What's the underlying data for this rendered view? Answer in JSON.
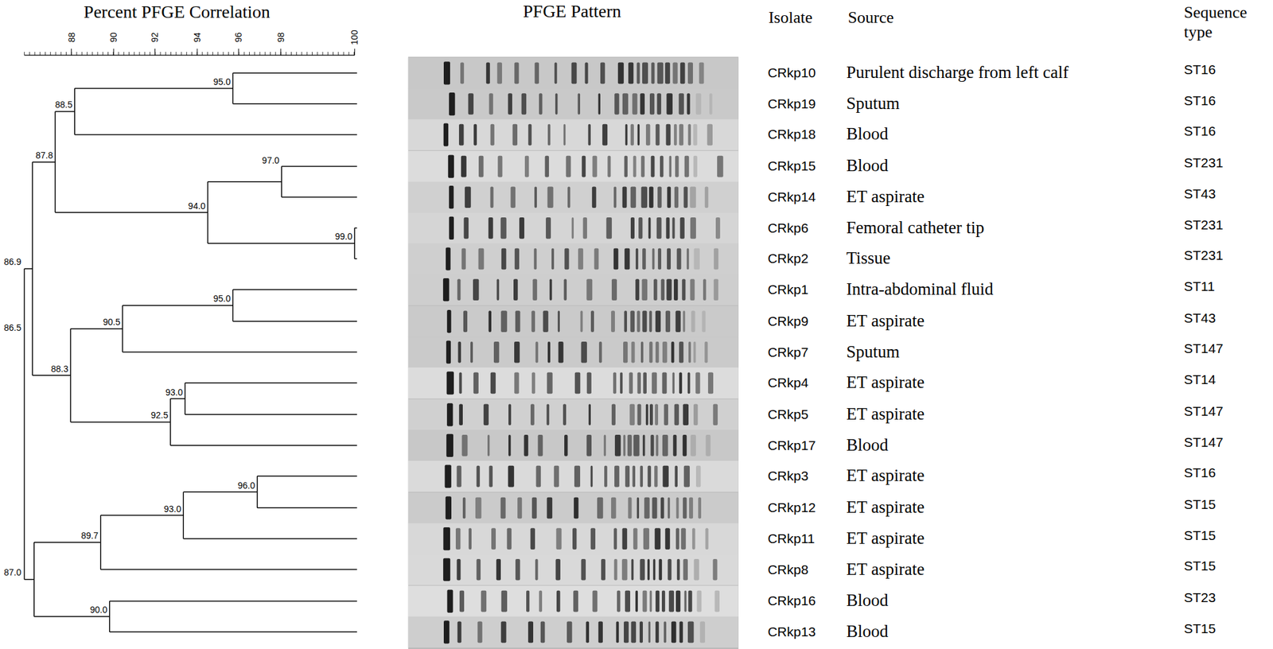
{
  "diagram": {
    "labels": [
      "Percent PFGE Correlation",
      "PFGE Pattern",
      "Isolate",
      "Source",
      "Sequence type",
      "88",
      "90",
      "92",
      "94",
      "96",
      "98",
      "100",
      "95.0",
      "88.5",
      "97.0",
      "99.0",
      "94.0",
      "87.8",
      "95.0",
      "90.5",
      "93.0",
      "92.5",
      "88.3",
      "86.9",
      "96.0",
      "93.0",
      "89.7",
      "90.0",
      "87.0",
      "86.5",
      "CRkp10",
      "Purulent discharge from left calf",
      "ST16",
      "CRkp19",
      "Sputum",
      "ST16",
      "CRkp18",
      "Blood",
      "ST16",
      "CRkp15",
      "Blood",
      "ST231",
      "CRkp14",
      "ET aspirate",
      "ST43",
      "CRkp6",
      "Femoral catheter tip",
      "ST231",
      "CRkp2",
      "Tissue",
      "ST231",
      "CRkp1",
      "Intra-abdominal fluid",
      "ST11",
      "CRkp9",
      "ET aspirate",
      "ST43",
      "CRkp7",
      "Sputum",
      "ST147",
      "CRkp4",
      "ET aspirate",
      "ST14",
      "CRkp5",
      "ET aspirate",
      "ST147",
      "CRkp17",
      "Blood",
      "ST147",
      "CRkp3",
      "ET aspirate",
      "ST16",
      "CRkp12",
      "ET aspirate",
      "ST15",
      "CRkp11",
      "ET aspirate",
      "ST15",
      "CRkp8",
      "ET aspirate",
      "ST15",
      "CRkp16",
      "Blood",
      "ST23",
      "CRkp13",
      "Blood",
      "ST15"
    ]
  }
}
